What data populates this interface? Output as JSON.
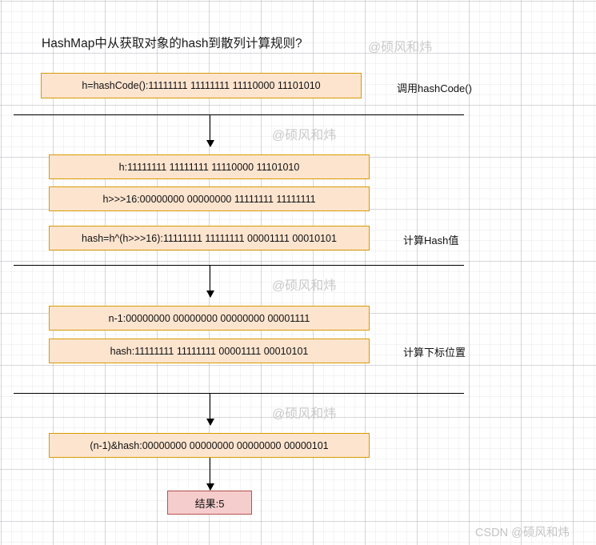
{
  "diagram": {
    "title": "HashMap中从获取对象的hash到散列计算规则?",
    "steps": [
      {
        "id": "hashcode",
        "box": "h=hashCode():11111111 11111111 11110000 11101010",
        "caption": "调用hashCode()"
      },
      {
        "id": "h-value",
        "box": "h:11111111 11111111 11110000 11101010",
        "caption": ""
      },
      {
        "id": "h-shift",
        "box": "h>>>16:00000000 00000000 11111111 11111111",
        "caption": ""
      },
      {
        "id": "hash-xor",
        "box": "hash=h^(h>>>16):11111111 11111111 00001111 00010101",
        "caption": "计算Hash值"
      },
      {
        "id": "n-minus-1",
        "box": "n-1:00000000 00000000 00000000 00001111",
        "caption": ""
      },
      {
        "id": "hash-value",
        "box": "hash:11111111 11111111 00001111 00010101",
        "caption": "计算下标位置"
      },
      {
        "id": "and-result",
        "box": "(n-1)&hash:00000000 00000000 00000000 00000101",
        "caption": ""
      }
    ],
    "result": "结果:5",
    "watermarks": [
      "@硕风和炜",
      "@硕风和炜",
      "@硕风和炜",
      "@硕风和炜"
    ],
    "credit": "CSDN @硕风和炜",
    "colors": {
      "box_fill": "#fce4cf",
      "box_border": "#d79b00",
      "result_fill": "#f6cdcd",
      "result_border": "#b85450",
      "line": "#000000",
      "grid": "#d8d8de",
      "watermark": "#c9c9c9"
    }
  }
}
